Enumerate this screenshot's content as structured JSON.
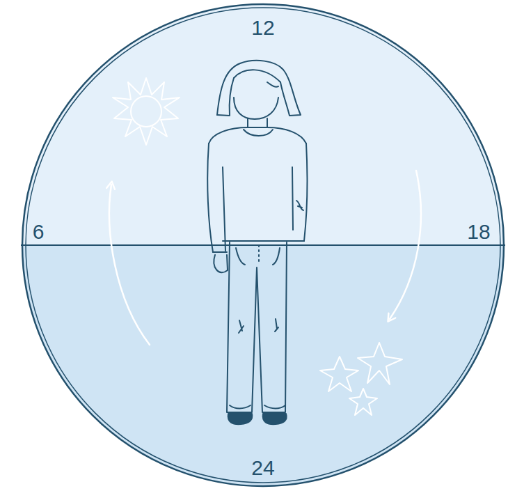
{
  "diagram": {
    "labels": [
      "12",
      "6",
      "18",
      "24"
    ]
  }
}
